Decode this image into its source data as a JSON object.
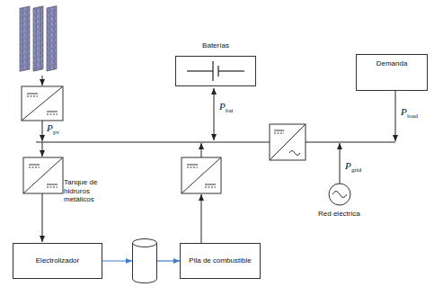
{
  "diagram": {
    "nodes": [
      {
        "text": [
          "Baterías"
        ]
      },
      {
        "text": [
          "Demanda"
        ]
      },
      {
        "text": [
          "Tanque de hidruros metálicos"
        ]
      },
      {
        "text": [
          "Electrolizador"
        ]
      },
      {
        "text": [
          "Pila de combustible"
        ]
      }
    ],
    "edges": [
      {
        "from": 3,
        "to": 2,
        "arrow": "to"
      },
      {
        "from": 2,
        "to": 4,
        "arrow": "to"
      }
    ],
    "labels": [
      "P",
      "pv",
      "P",
      "bat",
      "P",
      "load",
      "P",
      "grid",
      "Red eléctrica"
    ]
  }
}
